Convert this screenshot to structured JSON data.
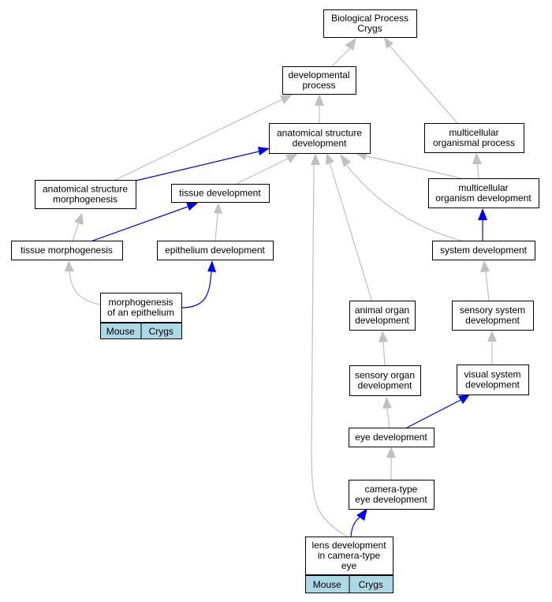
{
  "nodes": {
    "bp": [
      "Biological Process",
      "Crygs"
    ],
    "dp": [
      "developmental",
      "process"
    ],
    "asd": [
      "anatomical structure",
      "development"
    ],
    "mop": [
      "multicellular",
      "organismal process"
    ],
    "asm": [
      "anatomical structure",
      "morphogenesis"
    ],
    "td": [
      "tissue development"
    ],
    "mod": [
      "multicellular",
      "organism development"
    ],
    "tm": [
      "tissue morphogenesis"
    ],
    "ed": [
      "epithelium development"
    ],
    "sd": [
      "system development"
    ],
    "moe": [
      "morphogenesis",
      "of an epithelium"
    ],
    "aod": [
      "animal organ",
      "development"
    ],
    "ssd": [
      "sensory system",
      "development"
    ],
    "sod": [
      "sensory organ",
      "development"
    ],
    "vsd": [
      "visual system",
      "development"
    ],
    "eye": [
      "eye development"
    ],
    "cte": [
      "camera-type",
      "eye development"
    ],
    "lens": [
      "lens development",
      "in camera-type",
      "eye"
    ]
  },
  "annotations": {
    "moe": [
      "Mouse",
      "Crygs"
    ],
    "lens": [
      "Mouse",
      "Crygs"
    ]
  },
  "colors": {
    "gray_edge": "#c0c0c0",
    "blue_edge": "#0000ff",
    "annotation_fill": "#add8e6",
    "node_border": "#000000"
  }
}
